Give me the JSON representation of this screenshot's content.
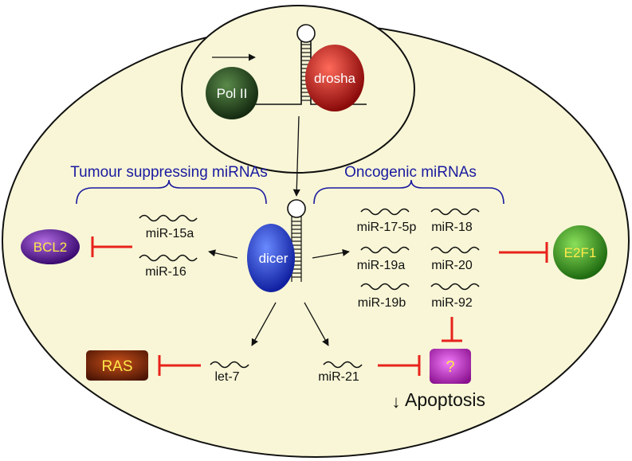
{
  "nodes": {
    "pol2": "Pol II",
    "drosha": "drosha",
    "dicer": "dicer",
    "bcl2": "BCL2",
    "e2f1": "E2F1",
    "ras": "RAS",
    "unknown": "?"
  },
  "groups": {
    "tumour_suppressing": "Tumour suppressing miRNAs",
    "oncogenic": "Oncogenic miRNAs"
  },
  "mirnas": {
    "mir15a": "miR-15a",
    "mir16": "miR-16",
    "mir17": "miR-17-5p",
    "mir18": "miR-18",
    "mir19a": "miR-19a",
    "mir20": "miR-20",
    "mir19b": "miR-19b",
    "mir92": "miR-92",
    "let7": "let-7",
    "mir21": "miR-21"
  },
  "outcome": {
    "apoptosis": "Apoptosis",
    "arrow_glyph": "↓"
  },
  "colors": {
    "cell_fill": "#f8f6d6",
    "inhibition": "#e8221b",
    "group_label": "#1a1aa0",
    "pol2": "#1f3a1a",
    "drosha": "#c81414",
    "dicer": "#1f3fd0",
    "bcl2": "#6a1aa0",
    "e2f1": "#3aa01e",
    "ras": "#7a2a08",
    "unknown": "#c02ac8",
    "node_text_yellow": "#ffe94a"
  }
}
